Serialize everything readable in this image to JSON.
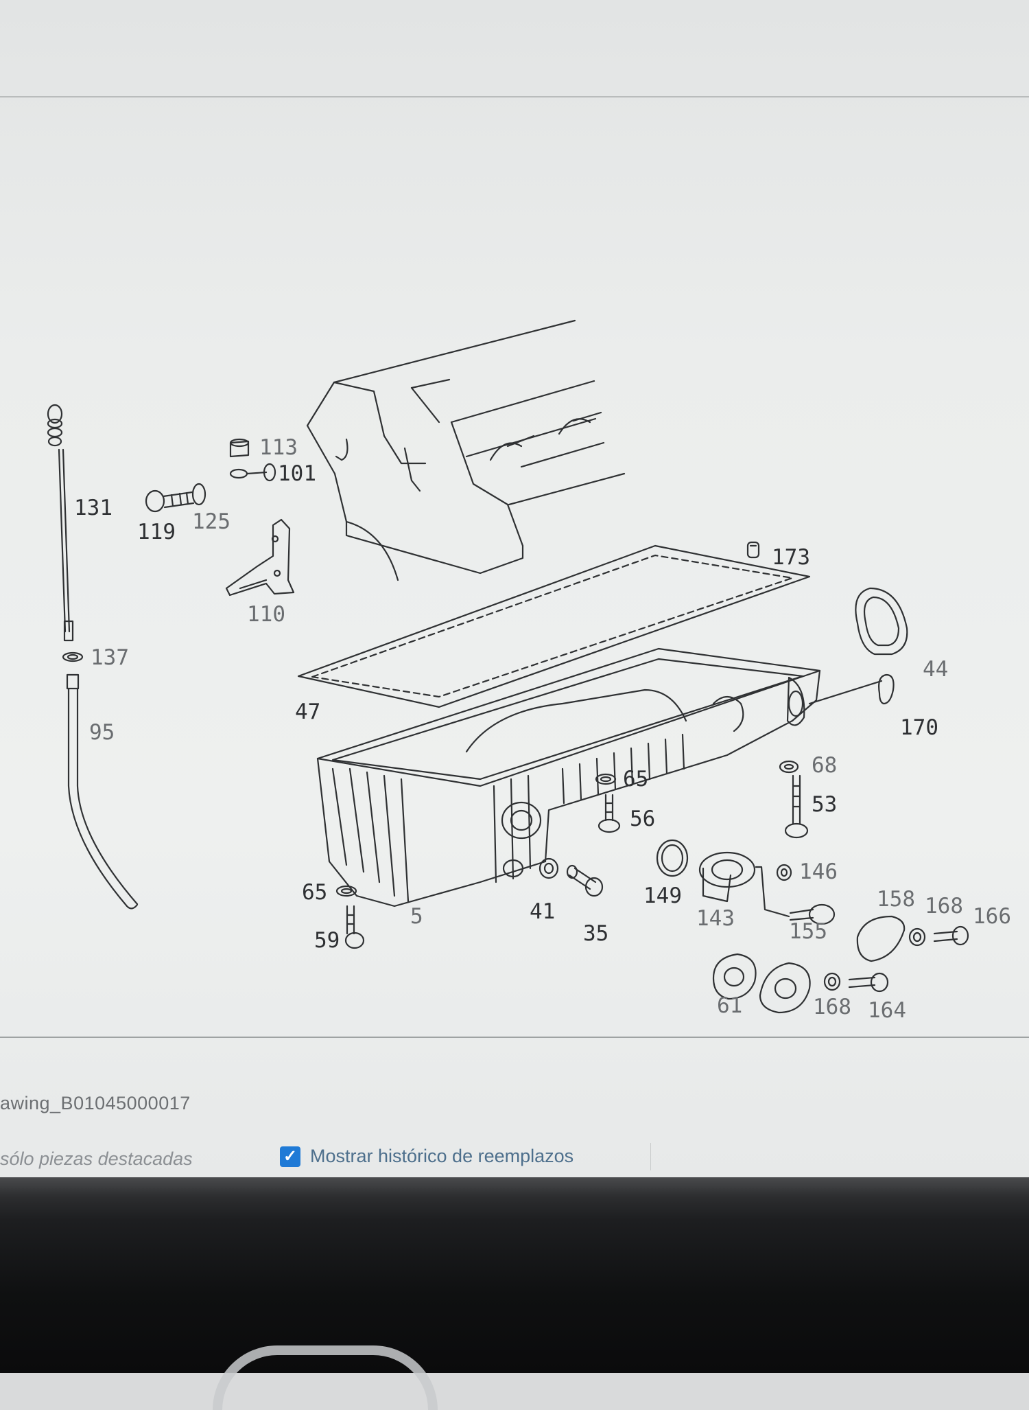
{
  "drawing": {
    "callouts": {
      "c131": "131",
      "c119": "119",
      "c125": "125",
      "c113": "113",
      "c101": "101",
      "c110": "110",
      "c137": "137",
      "c95": "95",
      "c173": "173",
      "c47": "47",
      "c44": "44",
      "c170": "170",
      "c68": "68",
      "c65a": "65",
      "c53": "53",
      "c56": "56",
      "c146": "146",
      "c149": "149",
      "c143": "143",
      "c158": "158",
      "c168a": "168",
      "c166": "166",
      "c155": "155",
      "c65b": "65",
      "c59": "59",
      "c5": "5",
      "c41": "41",
      "c35": "35",
      "c61": "61",
      "c168b": "168",
      "c164": "164"
    }
  },
  "footer": {
    "drawing_name": "awing_B01045000017",
    "only_highlighted_label": "sólo piezas destacadas",
    "history_checkbox_checked": true,
    "history_label": "Mostrar histórico de reemplazos"
  }
}
